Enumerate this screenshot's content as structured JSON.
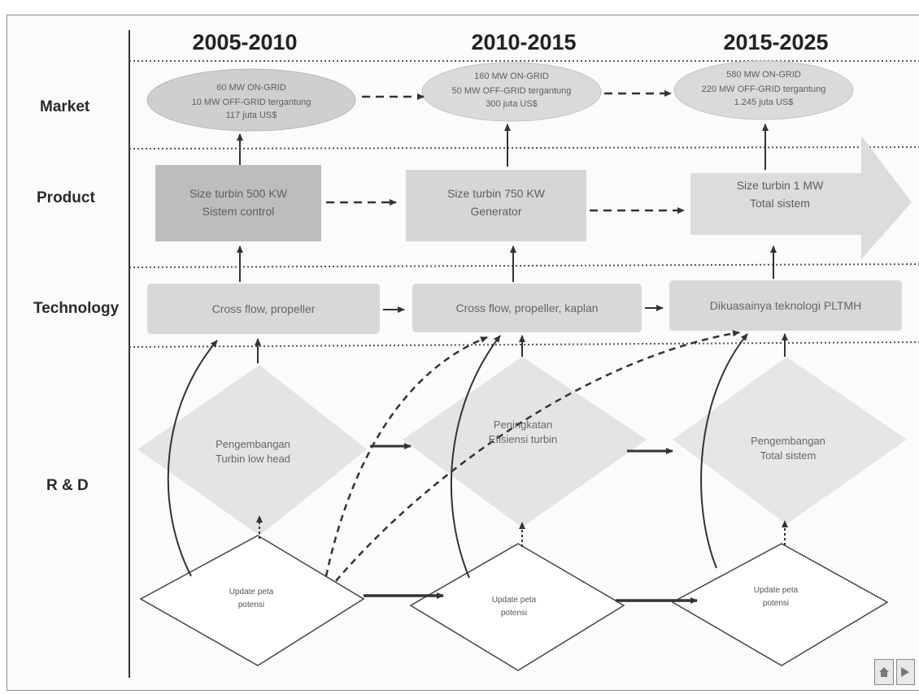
{
  "periods": [
    "2005-2010",
    "2010-2015",
    "2015-2025"
  ],
  "rows": {
    "market": "Market",
    "product": "Product",
    "technology": "Technology",
    "rnd": "R & D"
  },
  "market": [
    {
      "line1": "60 MW ON-GRID",
      "line2": "10 MW OFF-GRID tergantung",
      "line3": "117 juta US$"
    },
    {
      "line1": "160 MW ON-GRID",
      "line2": "50 MW OFF-GRID tergantung",
      "line3": "300 juta US$"
    },
    {
      "line1": "580 MW ON-GRID",
      "line2": "220 MW OFF-GRID tergantung",
      "line3": "1.245 juta US$"
    }
  ],
  "product": [
    {
      "line1": "Size turbin 500 KW",
      "line2": "Sistem control"
    },
    {
      "line1": "Size turbin 750 KW",
      "line2": "Generator"
    },
    {
      "line1": "Size turbin 1 MW",
      "line2": "Total sistem"
    }
  ],
  "technology": [
    {
      "text": "Cross flow, propeller"
    },
    {
      "text": "Cross flow, propeller, kaplan"
    },
    {
      "text": "Dikuasainya teknologi PLTMH"
    }
  ],
  "rnd": [
    {
      "line1": "Pengembangan",
      "line2": "Turbin low head"
    },
    {
      "line1": "Peningkatan",
      "line2": "Efisiensi turbin"
    },
    {
      "line1": "Pengembangan",
      "line2": "Total sistem"
    }
  ],
  "potensi": [
    {
      "line1": "Update peta",
      "line2": "potensi"
    },
    {
      "line1": "Update peta",
      "line2": "potensi"
    },
    {
      "line1": "Update peta",
      "line2": "potensi"
    }
  ],
  "nav": {
    "home_icon": "home-icon",
    "next_icon": "next-slide-icon"
  },
  "colors": {
    "market_fill": "#d3d3d3",
    "product_dark": "#bdbdbd",
    "product_light": "#dcdcdc",
    "technology_fill": "#d8d8d8",
    "rnd_fill": "#e4e4e4",
    "line": "#333333"
  }
}
